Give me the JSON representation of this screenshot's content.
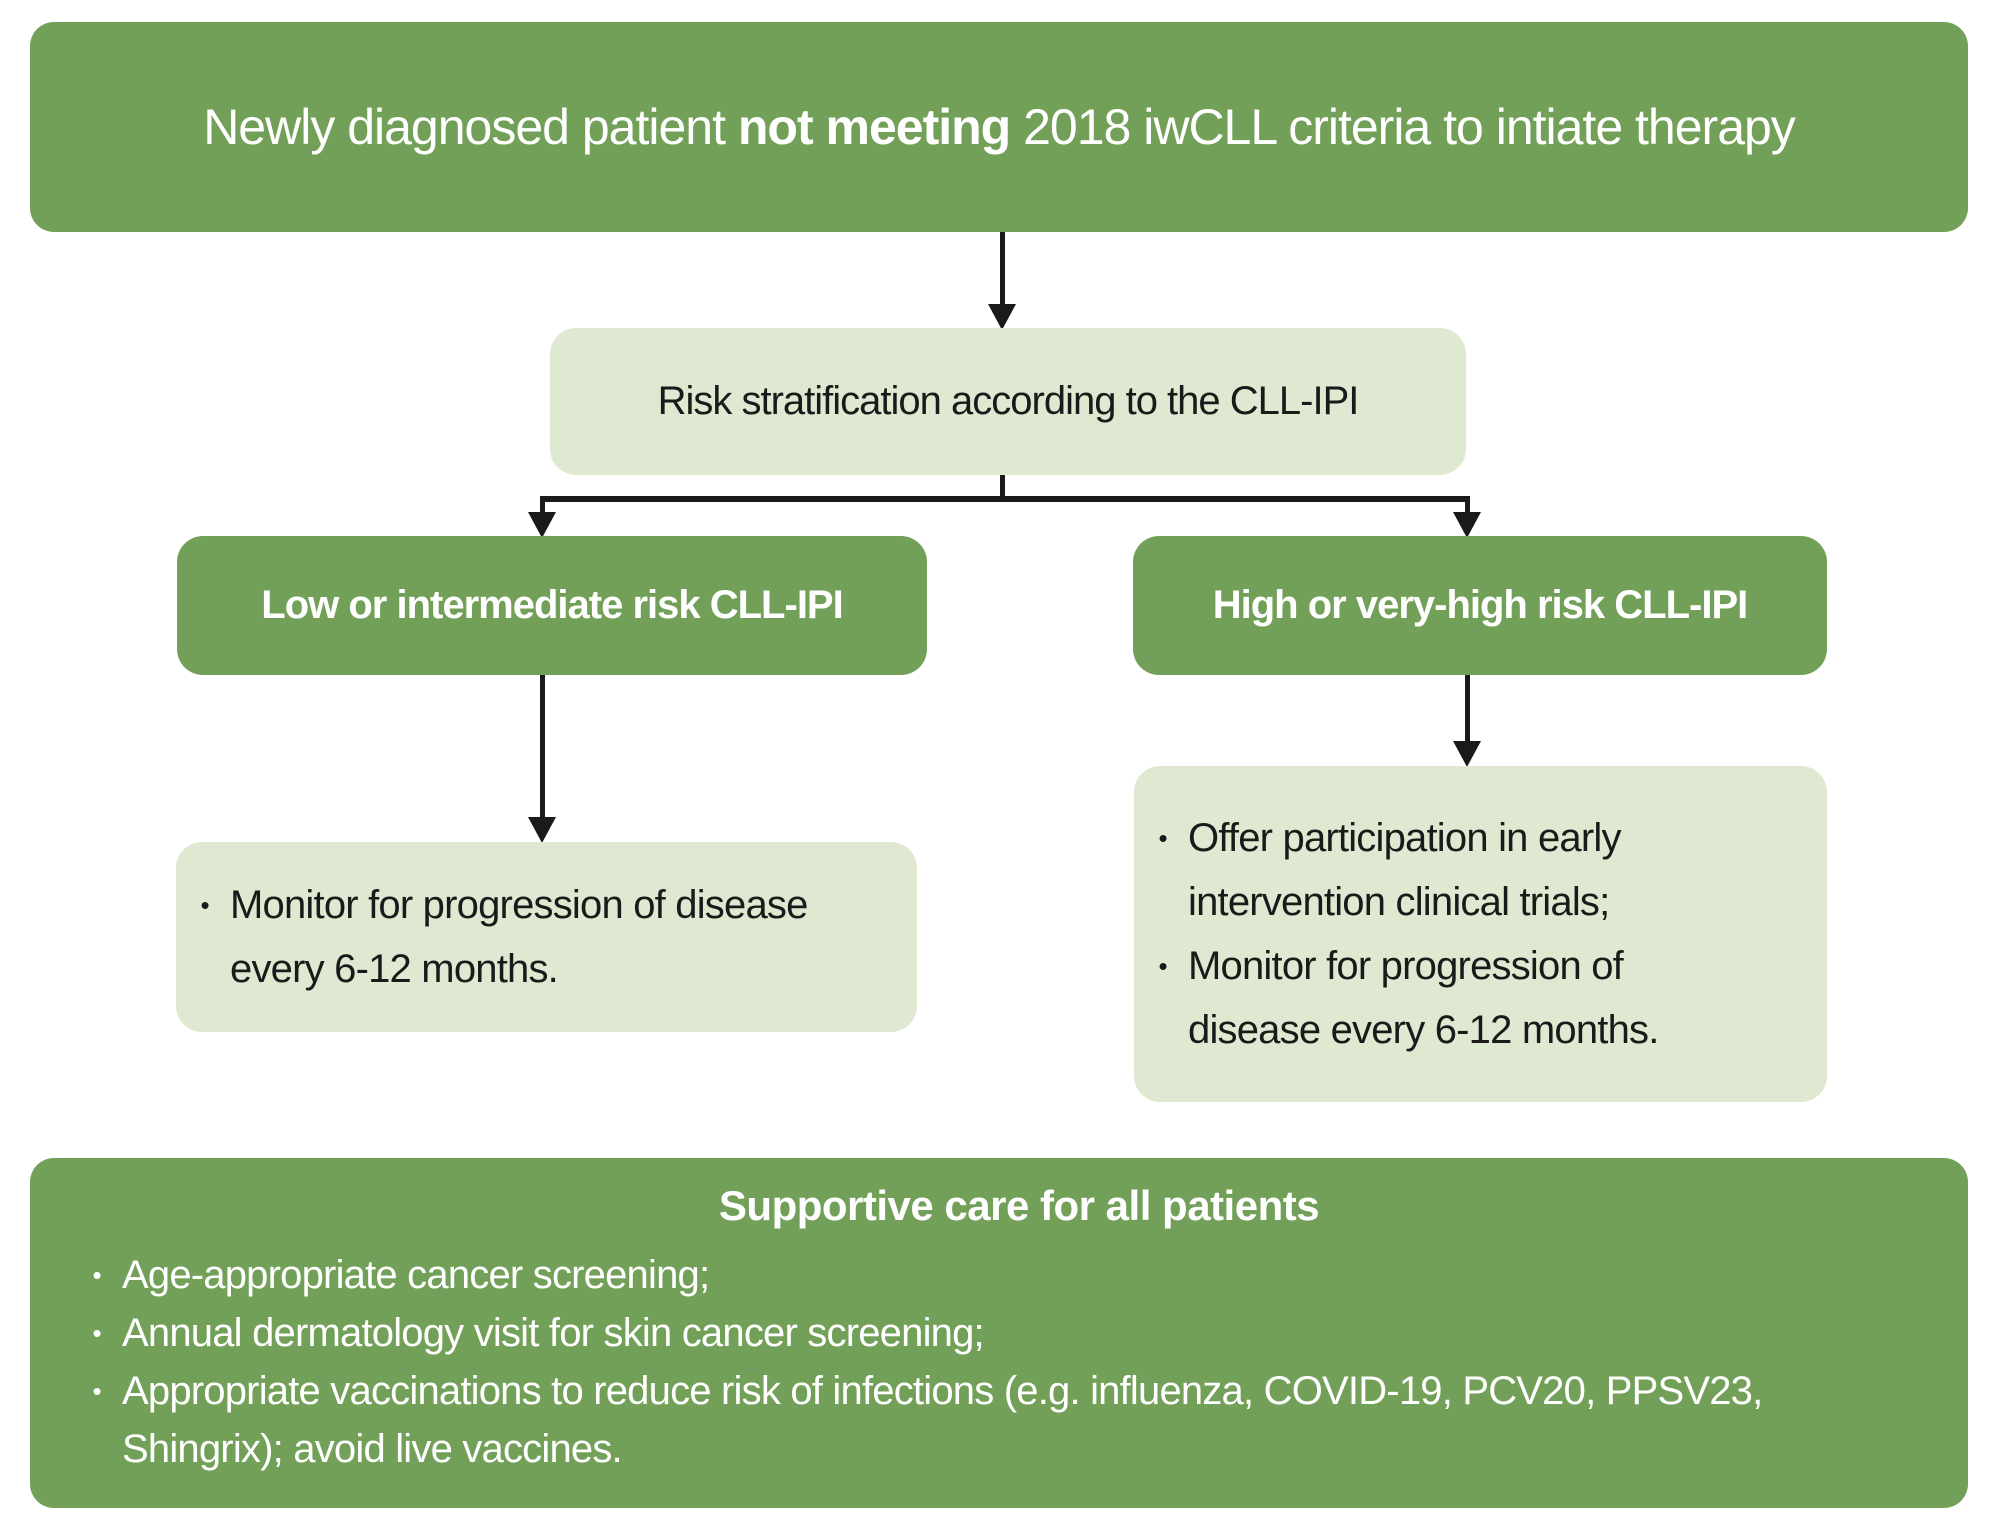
{
  "palette": {
    "dark_green": "#73a059",
    "light_green": "#dfe9d1",
    "text_dark": "#1a1a1a",
    "text_light": "#ffffff",
    "arrow": "#1a1a1a"
  },
  "bullet_glyph": "•",
  "top_banner": {
    "text_prefix": "Newly diagnosed patient ",
    "text_bold": "not meeting",
    "text_suffix": " 2018 iwCLL criteria to intiate therapy"
  },
  "risk_box": {
    "label": "Risk stratification according to the CLL-IPI"
  },
  "branches": {
    "left": {
      "header": "Low or intermediate risk CLL-IPI",
      "bullets": [
        "Monitor for progression of disease\nevery 6-12 months."
      ]
    },
    "right": {
      "header": "High or very-high risk CLL-IPI",
      "bullets": [
        "Offer participation in early\nintervention clinical trials;",
        "Monitor for progression of\ndisease every 6-12 months."
      ]
    }
  },
  "supportive_care": {
    "title": "Supportive care for all patients",
    "bullets": [
      "Age-appropriate cancer screening;",
      "Annual dermatology visit for skin cancer screening;",
      "Appropriate vaccinations to reduce risk of infections (e.g. influenza, COVID-19, PCV20, PPSV23,\nShingrix); avoid live vaccines."
    ]
  }
}
